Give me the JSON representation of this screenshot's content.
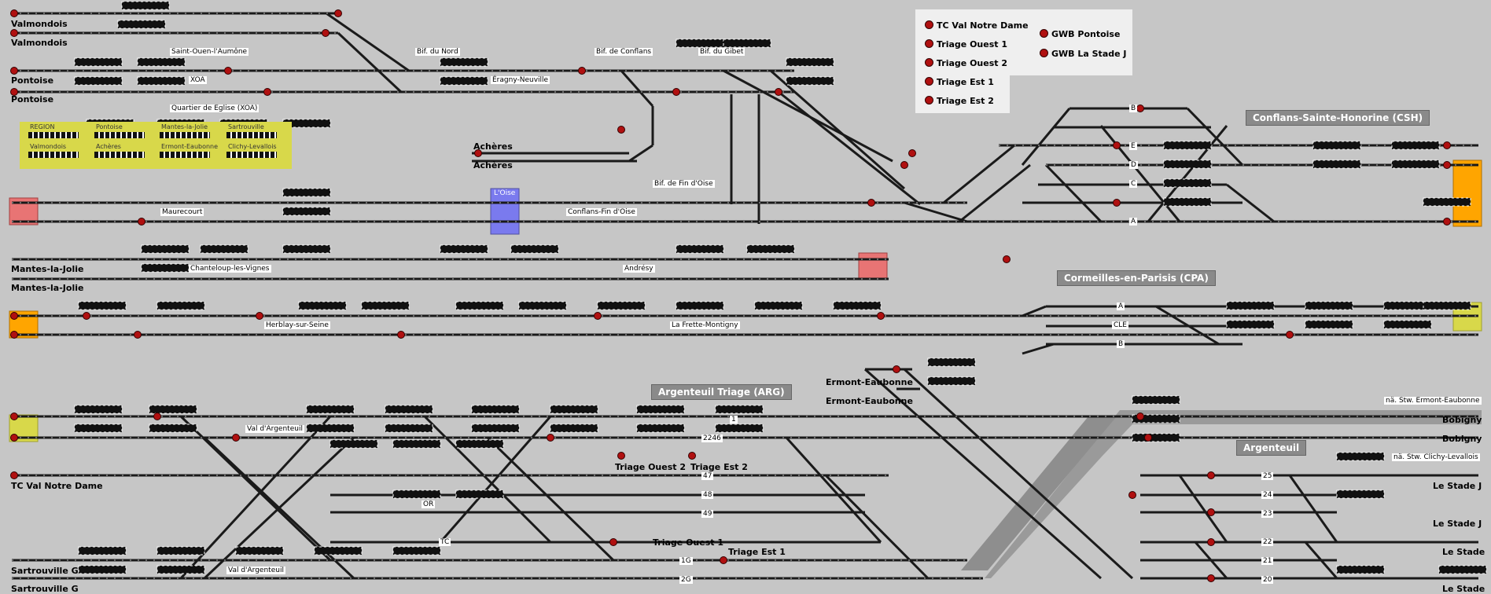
{
  "legend": {
    "items_left": [
      "TC Val Notre Dame",
      "Triage Ouest 1",
      "Triage Ouest 2",
      "Triage Est 1",
      "Triage Est 2"
    ],
    "items_right": [
      "GWB Pontoise",
      "GWB La Stade J"
    ]
  },
  "region_panel": {
    "row1": [
      "REGION",
      "Pontoise",
      "Mantes-la-Jolie",
      "Sartrouville"
    ],
    "row2": [
      "Valmondois",
      "Achères",
      "Ermont-Eaubonne",
      "Clichy-Levallois"
    ]
  },
  "area_badges": {
    "csh": "Conflans-Sainte-Honorine (CSH)",
    "cpa": "Cormeilles-en-Parisis (CPA)",
    "arg": "Argenteuil Triage (ARG)",
    "argenteuil": "Argenteuil"
  },
  "stations": {
    "valmondois_1": "Valmondois",
    "valmondois_2": "Valmondois",
    "pontoise_1": "Pontoise",
    "pontoise_2": "Pontoise",
    "acheres_1": "Achères",
    "acheres_2": "Achères",
    "mantes_1": "Mantes-la-Jolie",
    "mantes_2": "Mantes-la-Jolie",
    "tc_val": "TC Val Notre Dame",
    "sartrouville_1": "Sartrouville G",
    "sartrouville_2": "Sartrouville G",
    "ermont_1": "Ermont-Eaubonne",
    "ermont_2": "Ermont-Eaubonne",
    "triage_ouest_2": "Triage Ouest 2",
    "triage_est_2": "Triage Est 2",
    "triage_ouest_1": "Triage Ouest 1",
    "triage_est_1": "Triage Est 1",
    "bobigny_1": "Bobigny",
    "bobigny_2": "Bobigny",
    "le_stade_j_1": "Le Stade J",
    "le_stade_j_2": "Le Stade J",
    "le_stade_1": "Le Stade",
    "le_stade_2": "Le Stade"
  },
  "place_labels": {
    "saint_ouen": "Saint-Ouen-l'Aumône",
    "bif_nord": "Bif. du Nord",
    "bif_conflans": "Bif. de Conflans",
    "bif_gibet": "Bif. du Gibet",
    "xoa": "XOA",
    "eragny": "Éragny-Neuville",
    "quartier": "Quartier de Eglise (XOA)",
    "bif_fin_oise": "Bif. de Fin d'Oise",
    "maurecourt": "Maurecourt",
    "loise": "L'Oise",
    "conflans_fin": "Conflans-Fin d'Oise",
    "chanteloup": "Chanteloup-les-Vignes",
    "andresy": "Andrésy",
    "herblay": "Herblay-sur-Seine",
    "la_frette": "La Frette-Montigny",
    "val_argenteuil_1": "Val d'Argenteuil",
    "val_argenteuil_2": "Val d'Argenteuil",
    "nae_ermont": "nä. Stw. Ermont-Eaubonne",
    "nae_clichy": "nä. Stw. Clichy-Levallois"
  },
  "track_labels": {
    "csh_b": "B",
    "csh_e": "E",
    "csh_d": "D",
    "csh_c": "C",
    "csh_a": "A",
    "cpa_a": "A",
    "cpa_cle": "CLE",
    "cpa_b": "B",
    "arg_1": "1",
    "arg_2246": "2246",
    "arg_47": "47",
    "arg_48": "48",
    "arg_49": "49",
    "arg_or": "OR",
    "arg_tc": "TC",
    "arg_1g": "1G",
    "arg_2g": "2G",
    "r25": "25",
    "r24": "24",
    "r23": "23",
    "r22": "22",
    "r21": "21",
    "r20": "20"
  },
  "colors": {
    "background": "#c6c6c6",
    "track": "#1a1a1a",
    "signal": "#b01010",
    "zone_red": "#e87474",
    "zone_orange": "#ffa500",
    "zone_blue": "#7a7aee",
    "zone_yellow": "#d8d84a",
    "badge": "#8a8a8a"
  }
}
